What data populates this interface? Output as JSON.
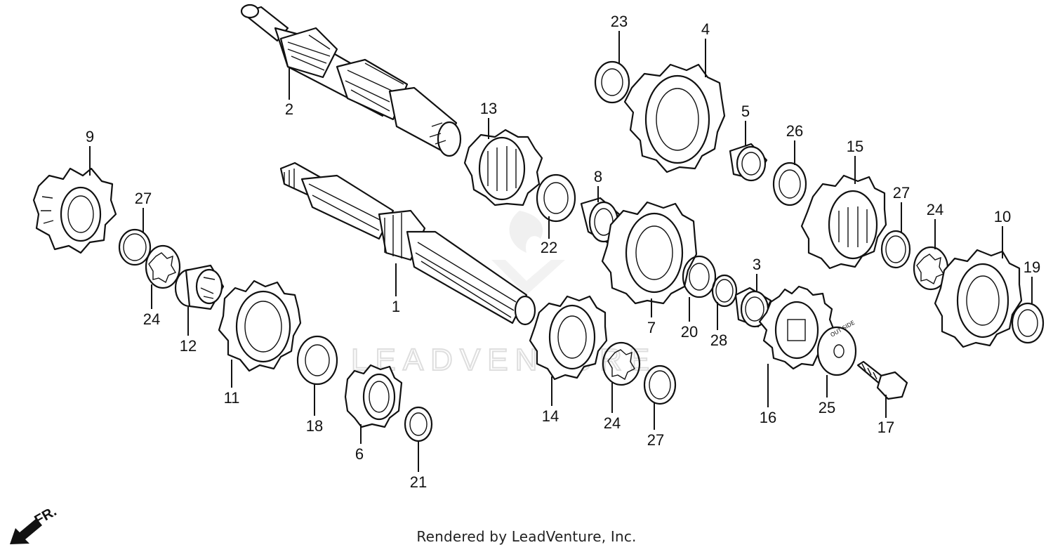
{
  "footer_text": "Rendered by LeadVenture, Inc.",
  "watermark": "LEADVENTURE",
  "direction_label": "FR.",
  "washer_stamp": "OUT SIDE",
  "callouts": [
    {
      "id": "c23",
      "label": "23"
    },
    {
      "id": "c4",
      "label": "4"
    },
    {
      "id": "c2",
      "label": "2"
    },
    {
      "id": "c13",
      "label": "13"
    },
    {
      "id": "c5",
      "label": "5"
    },
    {
      "id": "c26",
      "label": "26"
    },
    {
      "id": "c15",
      "label": "15"
    },
    {
      "id": "c9",
      "label": "9"
    },
    {
      "id": "c8",
      "label": "8"
    },
    {
      "id": "c27a",
      "label": "27"
    },
    {
      "id": "c27b",
      "label": "27"
    },
    {
      "id": "c24a",
      "label": "24"
    },
    {
      "id": "c10",
      "label": "10"
    },
    {
      "id": "c22",
      "label": "22"
    },
    {
      "id": "c19",
      "label": "19"
    },
    {
      "id": "c3",
      "label": "3"
    },
    {
      "id": "c1",
      "label": "1"
    },
    {
      "id": "c24b",
      "label": "24"
    },
    {
      "id": "c7",
      "label": "7"
    },
    {
      "id": "c20",
      "label": "20"
    },
    {
      "id": "c28",
      "label": "28"
    },
    {
      "id": "c12",
      "label": "12"
    },
    {
      "id": "c11",
      "label": "11"
    },
    {
      "id": "c18",
      "label": "18"
    },
    {
      "id": "c14",
      "label": "14"
    },
    {
      "id": "c24c",
      "label": "24"
    },
    {
      "id": "c16",
      "label": "16"
    },
    {
      "id": "c25",
      "label": "25"
    },
    {
      "id": "c17",
      "label": "17"
    },
    {
      "id": "c27c",
      "label": "27"
    },
    {
      "id": "c6",
      "label": "6"
    },
    {
      "id": "c21",
      "label": "21"
    }
  ],
  "colors": {
    "line": "#111111",
    "watermark": "#dedede",
    "background": "#ffffff"
  }
}
